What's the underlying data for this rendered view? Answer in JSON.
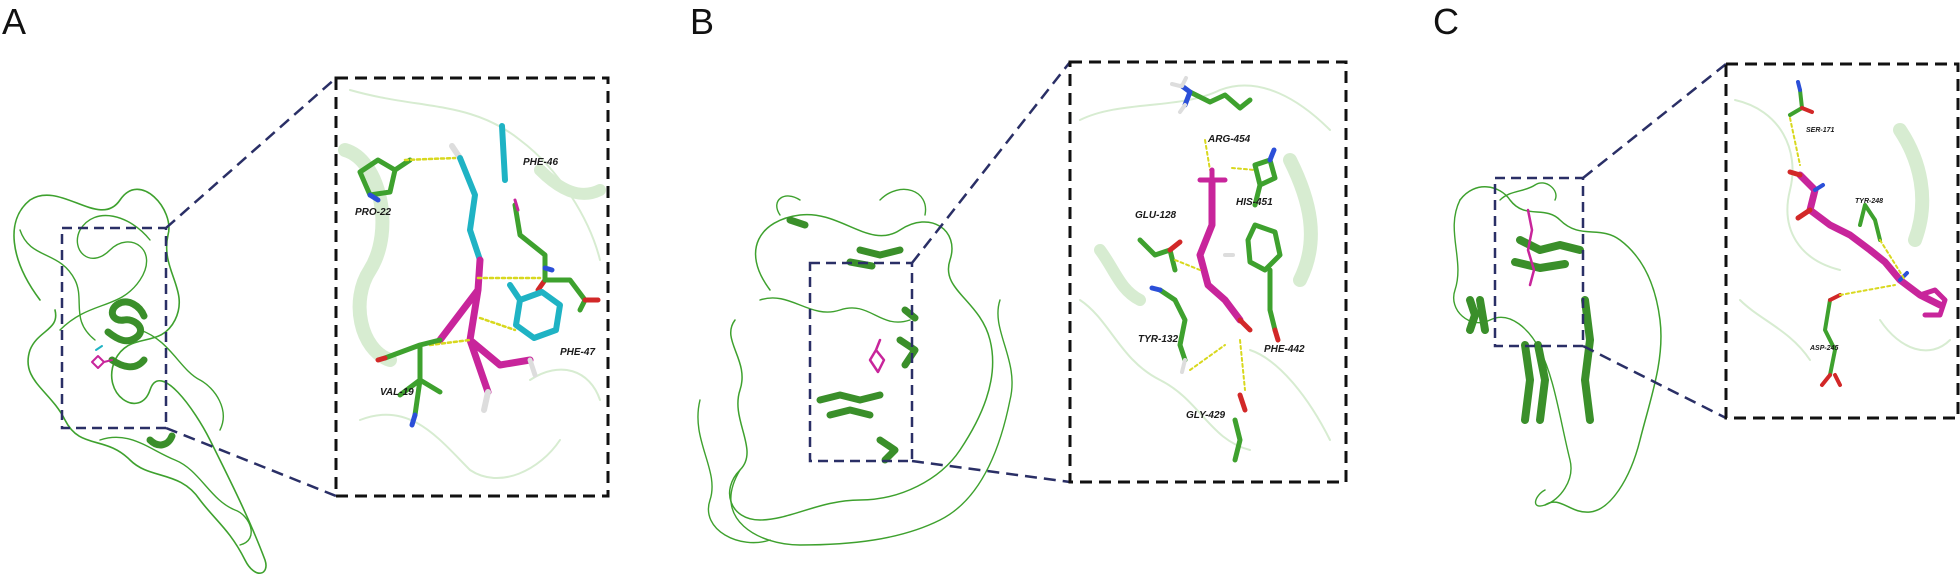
{
  "colors": {
    "protein": "#3ea12e",
    "protein_light": "#c8e6c0",
    "ligand": "#c8259b",
    "ligand_alt": "#1fb3c4",
    "hbond": "#d8d81e",
    "zoom_frame": "#111111",
    "zoom_line": "#2a2f66"
  },
  "panels": [
    {
      "label": "A",
      "residues": [
        "PRO-22",
        "PHE-46",
        "PHE-47",
        "VAL-19"
      ]
    },
    {
      "label": "B",
      "residues": [
        "ARG-454",
        "HIS-451",
        "GLU-128",
        "TYR-132",
        "PHE-442",
        "GLY-429"
      ]
    },
    {
      "label": "C",
      "residues": [
        "SER-171",
        "TYR-248",
        "ASP-245"
      ]
    }
  ]
}
